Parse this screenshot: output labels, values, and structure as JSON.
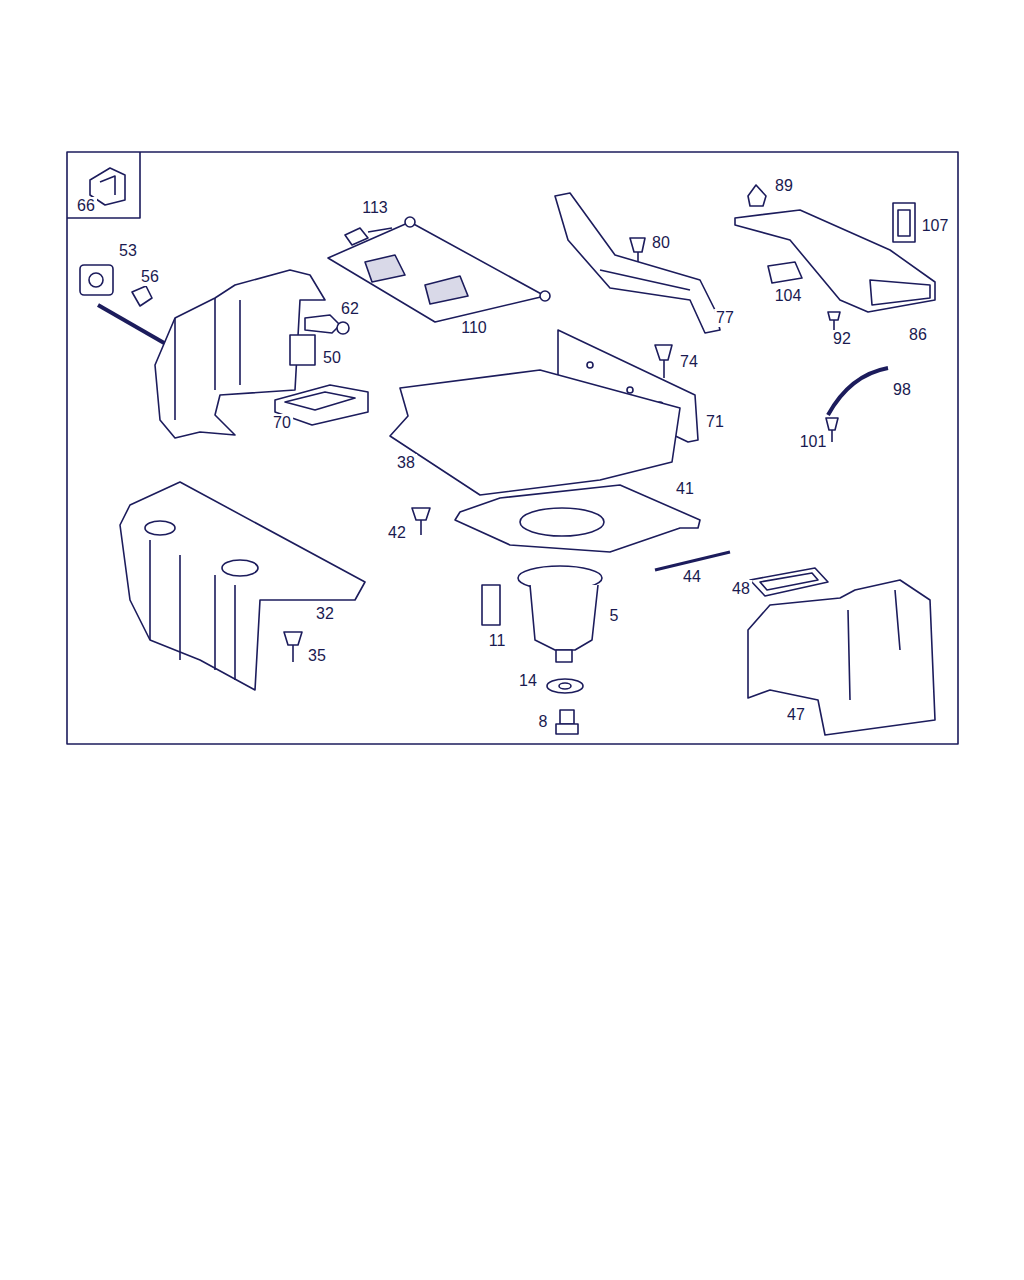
{
  "diagram": {
    "nodes": [
      {
        "text": [
          "66"
        ]
      }
    ],
    "labels": [
      "113",
      "89",
      "107",
      "53",
      "56",
      "80",
      "62",
      "104",
      "110",
      "77",
      "92",
      "86",
      "50",
      "74",
      "98",
      "71",
      "70",
      "101",
      "38",
      "41",
      "42",
      "44",
      "48",
      "32",
      "5",
      "35",
      "11",
      "14",
      "47",
      "8"
    ]
  }
}
